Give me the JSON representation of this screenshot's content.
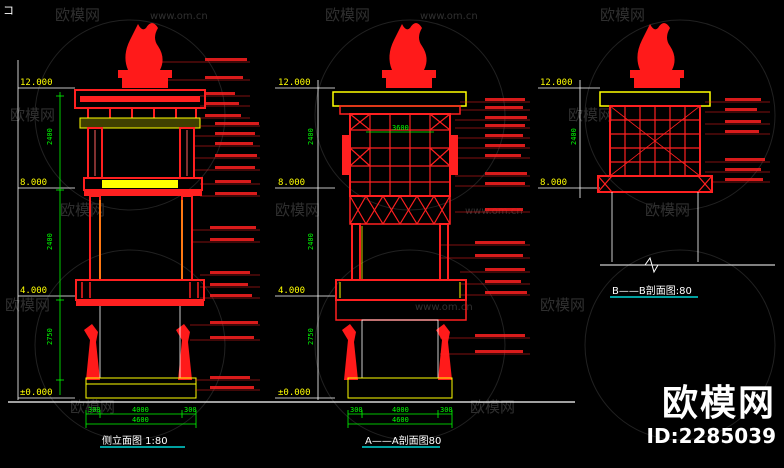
{
  "drawing": {
    "corner_mark": "コ",
    "elevations": [
      "12.000",
      "8.000",
      "4.000",
      "±0.000"
    ],
    "panels": [
      {
        "title": "侧立面图 1:80"
      },
      {
        "title": "A——A剖面图80"
      },
      {
        "title": "B——B剖面图:80"
      }
    ],
    "dims": {
      "overall": "4600",
      "segments": [
        "300",
        "4000",
        "300"
      ],
      "inner": "3600"
    },
    "vertical_dims": [
      "2400",
      "2400",
      "2750"
    ]
  },
  "watermark": {
    "brand": "欧模网",
    "url": "www.om.cn"
  },
  "badge": {
    "brand": "欧模网",
    "id": "ID:2285039"
  },
  "colors": {
    "background": "#000000",
    "structure": "#ff0000",
    "accent": "#ffff00",
    "dimension": "#00ff00",
    "line": "#ffffff",
    "title_underline": "#00ffff"
  }
}
